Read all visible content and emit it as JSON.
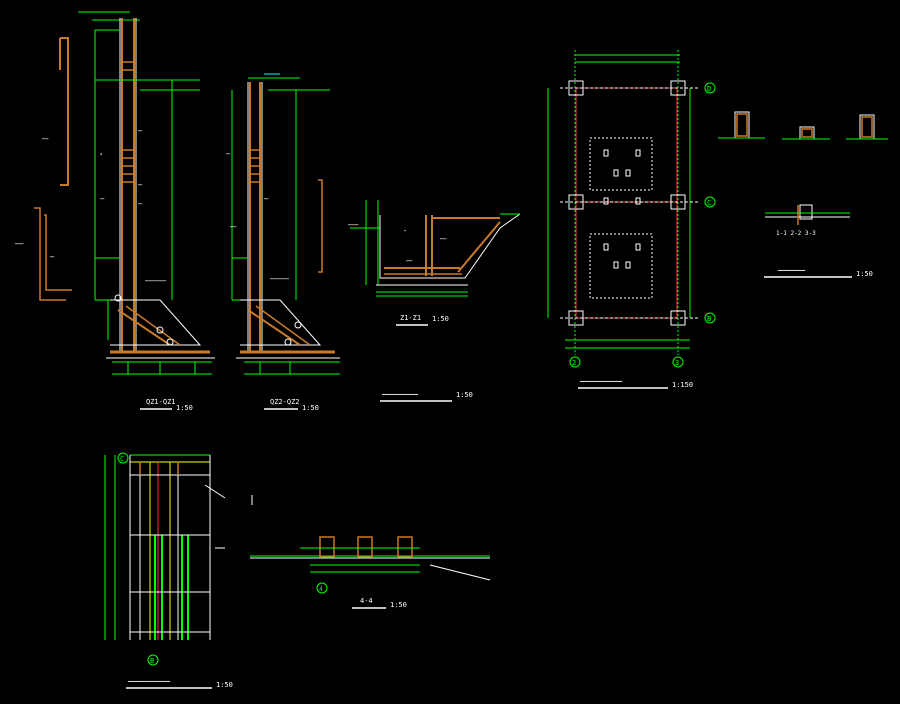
{
  "drawing": {
    "background": "#000000",
    "colors": {
      "dimension": "#00ff00",
      "concrete": "#c87a28",
      "outline": "#ffffff",
      "grid": "#ff3030",
      "text": "#ffffff",
      "accent": "#ffff00",
      "column": "#00ffff"
    },
    "views": {
      "qz1": {
        "title": "QZ1-QZ1",
        "scale": "1:50"
      },
      "qz2": {
        "title": "QZ2-QZ2",
        "scale": "1:50"
      },
      "z11": {
        "title": "Z1-Z1",
        "scale": "1:50"
      },
      "z11_group": {
        "scale": "1:50"
      },
      "plan": {
        "scale": "1:150"
      },
      "section123": {
        "title": "1-1 2-2 3-3",
        "scale": "1:50"
      },
      "section44": {
        "title": "4-4",
        "scale": "1:50"
      },
      "bottom_elev": {
        "scale": "1:50"
      }
    },
    "grid_axes": {
      "row_top": "D",
      "row_mid": "C",
      "row_bot": "B",
      "col_left": "2",
      "col_right": "3",
      "elev_top": "C",
      "elev_bot": "B",
      "sec4_axis": "4"
    }
  }
}
